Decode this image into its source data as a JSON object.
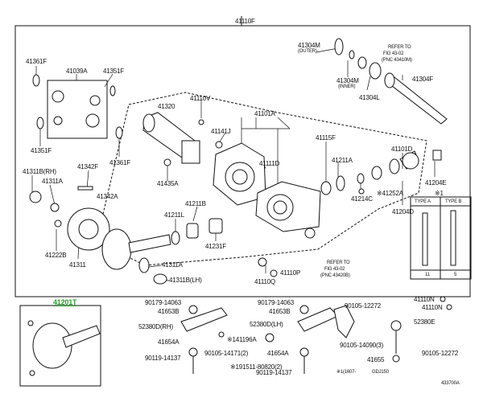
{
  "labels": {
    "p41110F": "41110F",
    "p41361F_a": "41361F",
    "p41039A": "41039A",
    "p41351F_a": "41351F",
    "p41351F_b": "41351F",
    "p41361F_b": "41361F",
    "p41311B_RH": "41311B(RH)",
    "p41311A_a": "41311A",
    "p41342F": "41342F",
    "p41342A": "41342A",
    "p41320": "41320",
    "p41110V": "41110V",
    "p41101A": "41101A",
    "p41141J": "41141J",
    "p41115F": "41115F",
    "p41435A": "41435A",
    "p41111D": "41111D",
    "p41211A": "41211A",
    "p41101D": "41101D",
    "p41204E": "41204E",
    "p41211B": "41211B",
    "p41211L": "41211L",
    "p41231F": "41231F",
    "p41214C": "41214C",
    "p41252A": "※41252A",
    "p41204D": "41204D",
    "p41222B": "41222B",
    "p41311": "41311",
    "p41311A_b": "41311A",
    "p41311B_LH": "41311B(LH)",
    "p41110Q": "41110Q",
    "p41110P": "41110P",
    "p41304M": "41304M",
    "outer": "(OUTER)",
    "p41304M_b": "41304M",
    "inner": "(INNER)",
    "p41304L": "41304L",
    "p41304F": "41304F",
    "ref1a": "REFER TO",
    "ref1b": "FIG 43-02",
    "ref1c": "(PNC 43410M)",
    "ref2a": "REFER TO",
    "ref2b": "FIG 43-02",
    "ref2c": "(PNC 43420B)",
    "note1": "※1",
    "typeA": "TYPE A",
    "typeB": "TYPE B",
    "dimA": "11",
    "dimB": "5",
    "p41201T": "41201T",
    "b90179_a": "90179-14063",
    "b41653B_a": "41653B",
    "b52380D_RH": "52380D(RH)",
    "b41654A_a": "41654A",
    "b90119_a": "90119-14137",
    "b90105_14171": "90105-14171(2)",
    "b141196A": "※141196A",
    "b191511": "※191511-80820(2)",
    "b90179_b": "90179-14063",
    "b41653B_b": "41653B",
    "b52380D_LH": "52380D(LH)",
    "b90105_12272_a": "90105-12272",
    "b90105_14090": "90105-14090(3)",
    "b41654A_b": "41654A",
    "b90119_b": "90119-14137",
    "b1_1607": "※1(1607-",
    "bGDJ150": "GDJ150",
    "b41110N_a": "41110N",
    "b41110N_b": "41110N",
    "b52380E": "52380E",
    "b41655": "41655",
    "b90105_12272_b": "90105-12272",
    "b433700A": "433700A"
  },
  "colors": {
    "highlight": "#2a9d2a",
    "line": "#111111"
  }
}
